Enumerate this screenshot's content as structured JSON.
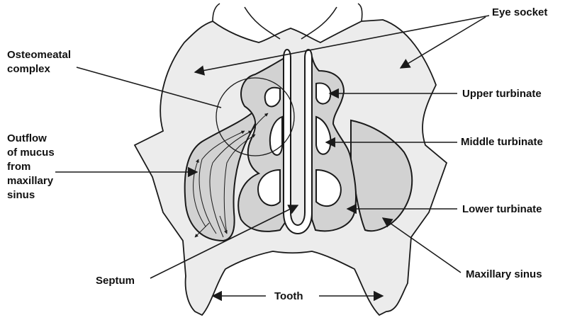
{
  "labels": {
    "eye_socket": "Eye socket",
    "osteomeatal_complex": "Osteomeatal\ncomplex",
    "outflow": "Outflow\nof mucus\nfrom\nmaxillary\nsinus",
    "upper_turbinate": "Upper turbinate",
    "middle_turbinate": "Middle turbinate",
    "lower_turbinate": "Lower turbinate",
    "septum": "Septum",
    "tooth": "Tooth",
    "maxillary_sinus": "Maxillary sinus"
  },
  "colors": {
    "skull_fill": "#ececec",
    "cavity_fill": "#d2d2d2",
    "outline": "#1a1a1a",
    "text": "#111111"
  }
}
